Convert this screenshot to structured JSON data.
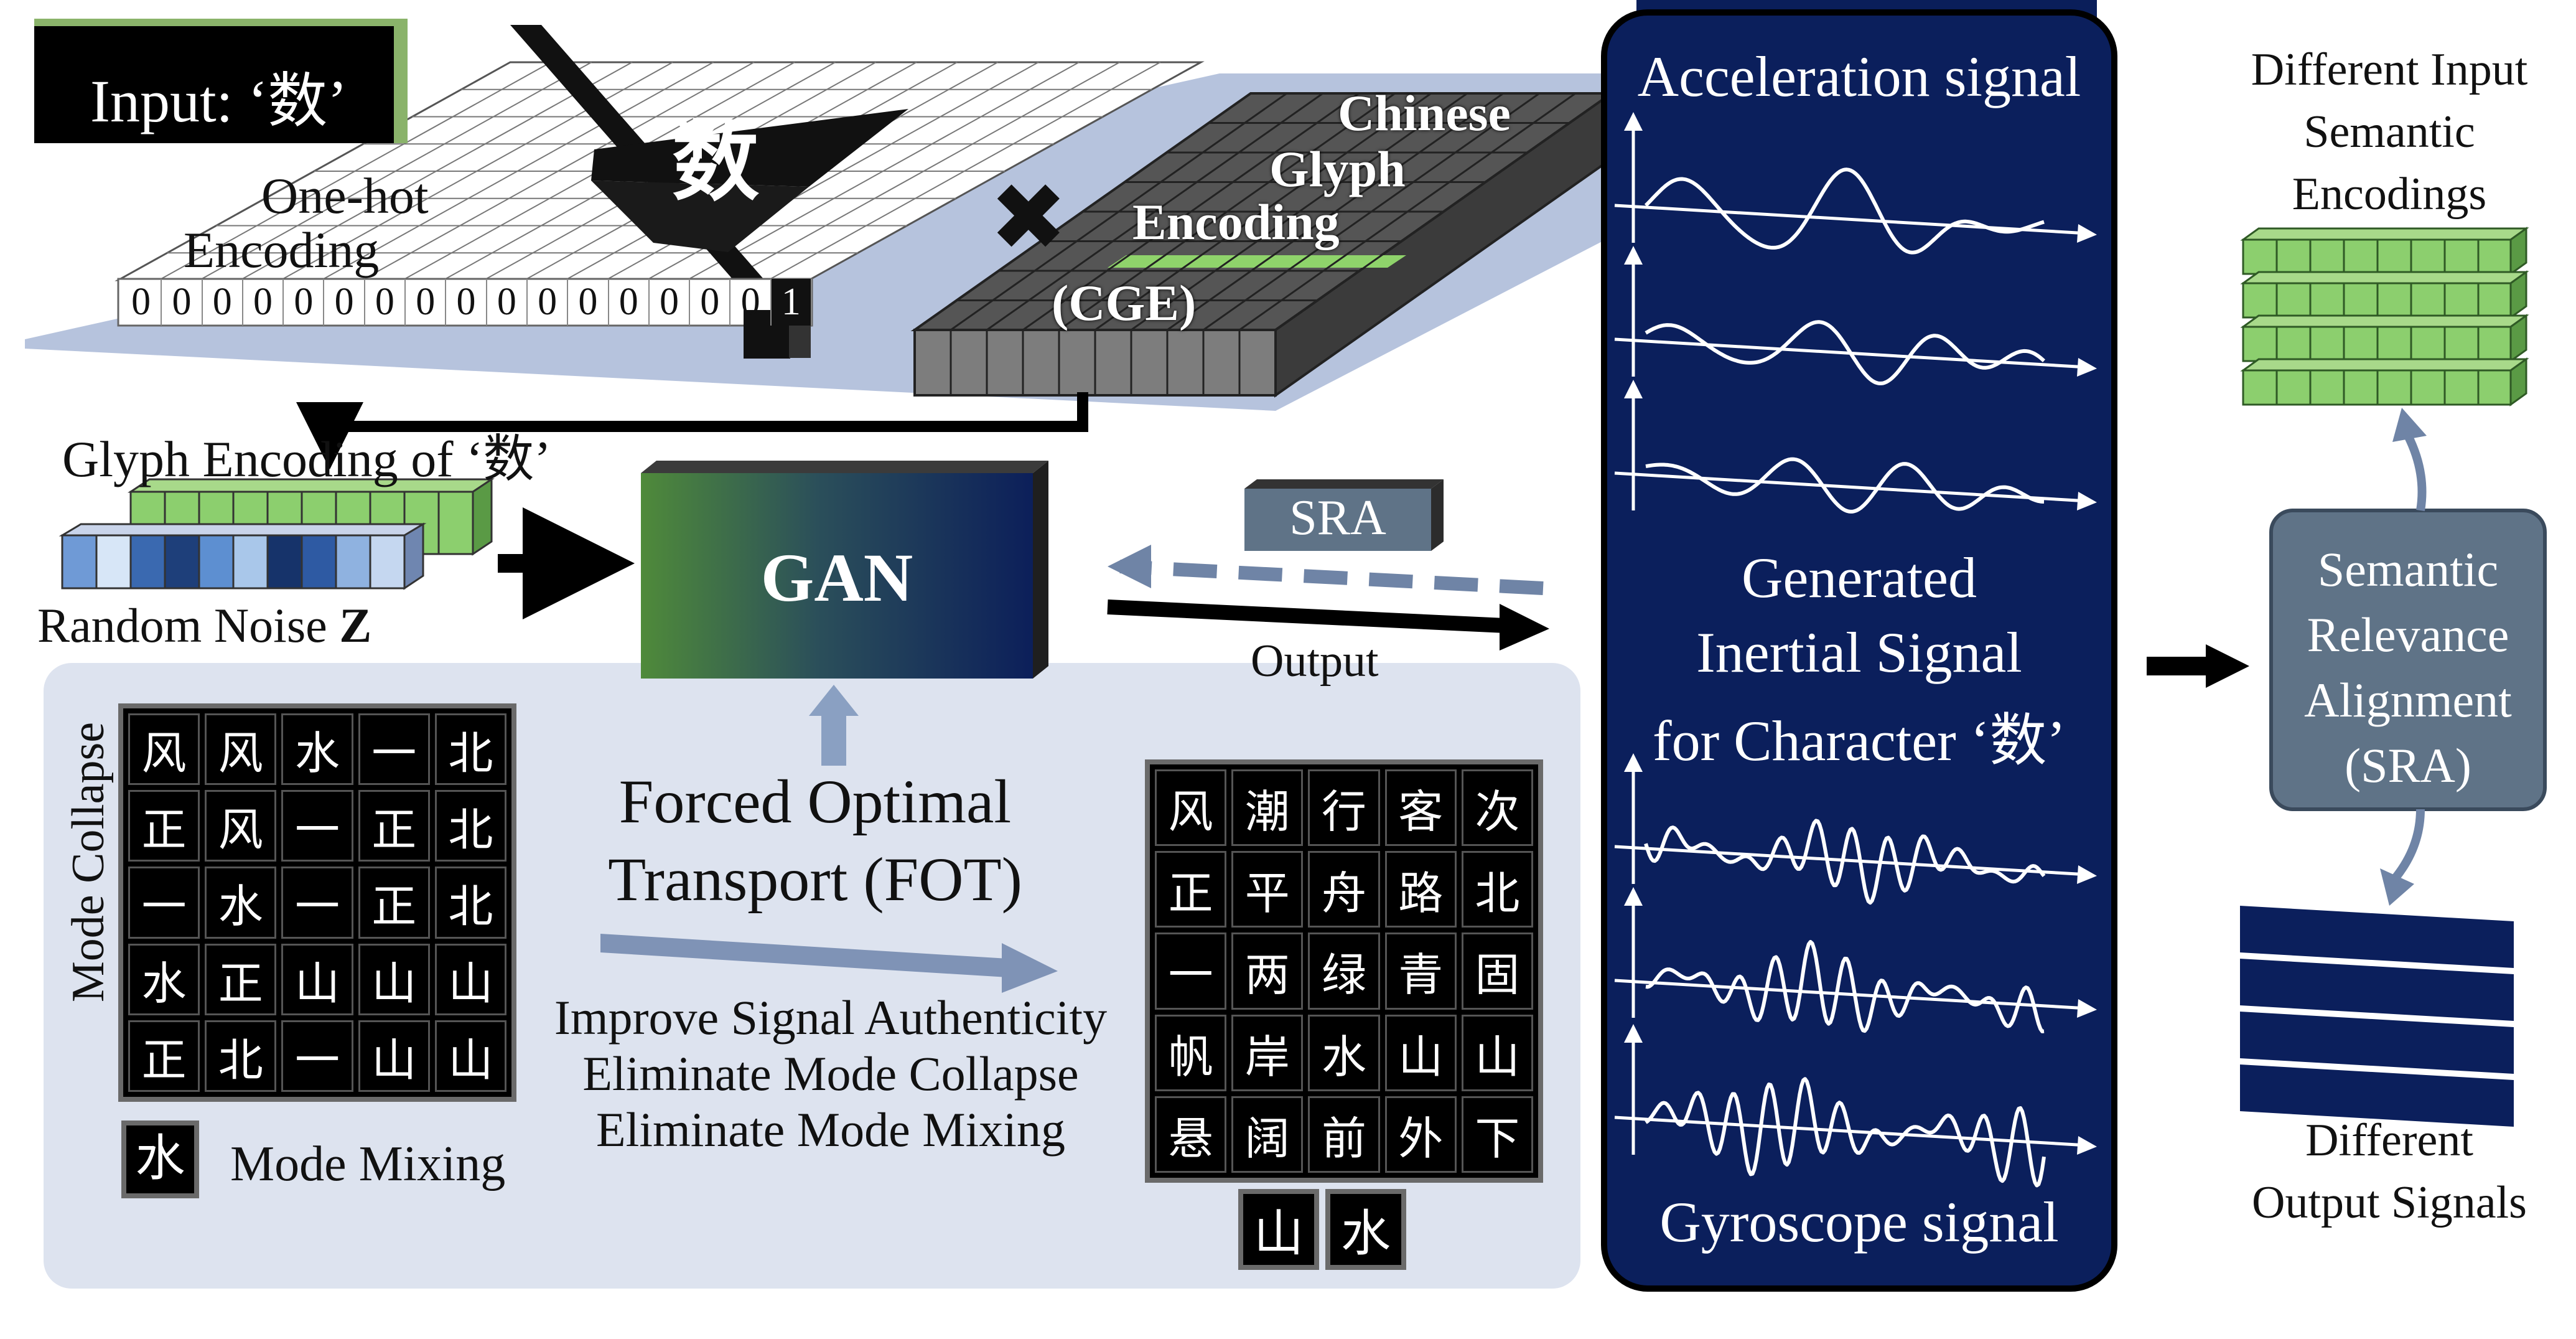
{
  "input_box": {
    "label": "Input: ‘数’"
  },
  "onehot": {
    "label_line1": "One-hot",
    "label_line2": "Encoding",
    "digits": [
      "0",
      "0",
      "0",
      "0",
      "0",
      "0",
      "0",
      "0",
      "0",
      "0",
      "0",
      "0",
      "0",
      "0",
      "0",
      "0",
      "1"
    ],
    "matrix_character": "数"
  },
  "multiply_symbol": "✖",
  "cge": {
    "label_line1": "Chinese",
    "label_line2": "Glyph",
    "label_line3": "Encoding",
    "label_line4": "(CGE)"
  },
  "glyph_encoding": {
    "label": "Glyph Encoding of ‘数’"
  },
  "random_noise": {
    "label": "Random Noise",
    "symbol": "Z"
  },
  "gan": {
    "label": "GAN"
  },
  "sra_small": {
    "label": "SRA"
  },
  "output_label": "Output",
  "fot": {
    "title_line1": "Forced Optimal",
    "title_line2": "Transport (FOT)",
    "benefit_1": "Improve Signal Authenticity",
    "benefit_2": "Eliminate Mode Collapse",
    "benefit_3": "Eliminate Mode Mixing"
  },
  "mode_collapse": {
    "label": "Mode Collapse",
    "grid": [
      [
        "风",
        "风",
        "水",
        "一",
        "北"
      ],
      [
        "正",
        "风",
        "一",
        "正",
        "北"
      ],
      [
        "一",
        "水",
        "一",
        "正",
        "北"
      ],
      [
        "水",
        "正",
        "山",
        "山",
        "山"
      ],
      [
        "正",
        "北",
        "一",
        "山",
        "山"
      ]
    ]
  },
  "mode_mixing": {
    "label": "Mode Mixing",
    "glyph": "水"
  },
  "output_grid": {
    "grid": [
      [
        "风",
        "潮",
        "行",
        "客",
        "次"
      ],
      [
        "正",
        "平",
        "舟",
        "路",
        "北"
      ],
      [
        "一",
        "两",
        "绿",
        "青",
        "固"
      ],
      [
        "帆",
        "岸",
        "水",
        "山",
        "山"
      ],
      [
        "悬",
        "阔",
        "前",
        "外",
        "下"
      ]
    ],
    "extra": [
      "山",
      "水"
    ]
  },
  "signal_panel": {
    "acc_title": "Acceleration signal",
    "gen_line1": "Generated",
    "gen_line2": "Inertial Signal",
    "gen_line3": "for  Character ‘数’",
    "gyro_title": "Gyroscope signal"
  },
  "right": {
    "input_sem_line1": "Different Input",
    "input_sem_line2": "Semantic",
    "input_sem_line3": "Encodings",
    "sra_line1": "Semantic",
    "sra_line2": "Relevance",
    "sra_line3": "Alignment",
    "sra_line4": "(SRA)",
    "out_line1": "Different",
    "out_line2": "Output Signals"
  },
  "colors": {
    "navy": "#0b1f5c",
    "green": "#8ccf6e",
    "steel": "#5f7387",
    "panel_light": "#dfe5f0",
    "blue_gray": "#b2bfd9"
  }
}
